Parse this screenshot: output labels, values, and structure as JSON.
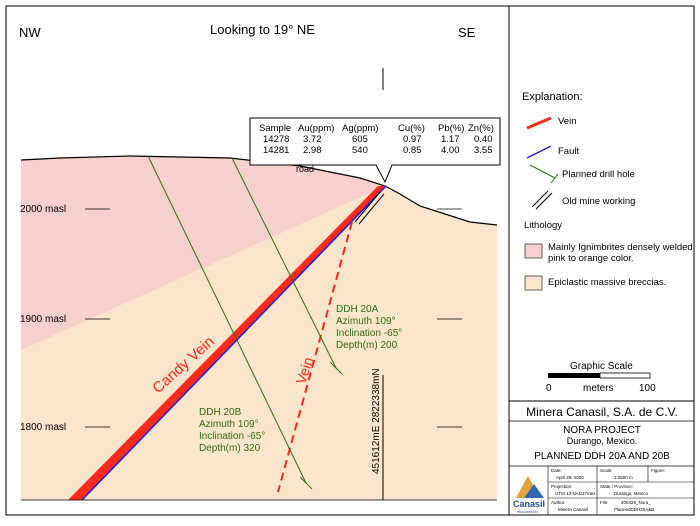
{
  "section": {
    "left_direction": "NW",
    "right_direction": "SE",
    "view_title": "Looking to 19° NE",
    "elevations": [
      "2000 masl",
      "1900 masl",
      "1800 masl"
    ],
    "road_label": "road",
    "vein_label": "Vein",
    "candy_vein_label": "Candy Vein",
    "coordinate_label": "451612mE 2822338mN"
  },
  "sample_table": {
    "headers": [
      "Sample",
      "Au(ppm)",
      "Ag(ppm)",
      "Cu(%)",
      "Pb(%)",
      "Zn(%)"
    ],
    "rows": [
      [
        "14278",
        "3.72",
        "605",
        "0.97",
        "1.17",
        "0.40"
      ],
      [
        "14281",
        "2.98",
        "540",
        "0.85",
        "4.00",
        "3.55"
      ]
    ]
  },
  "drill_holes": {
    "ddh20a": [
      "DDH 20A",
      "Azimuth 109°",
      "Inclination -65°",
      "Depth(m) 200"
    ],
    "ddh20b": [
      "DDH 20B",
      "Azimuth 109°",
      "Inclination -65°",
      "Depth(m) 320"
    ]
  },
  "explanation": {
    "title": "Explanation:",
    "items": [
      "Vein",
      "Fault",
      "Planned drill hole",
      "Old mine working"
    ],
    "lithology_title": "Lithology",
    "lithology": [
      {
        "line1": "Mainly Ignimbrites densely welded",
        "line2": "pink to orange color.",
        "color": "#f7cfcc"
      },
      {
        "line1": "Epiclastic massive breccias.",
        "line2": "",
        "color": "#fbe5cc"
      }
    ]
  },
  "scale": {
    "title": "Graphic Scale",
    "left": "0",
    "unit": "meters",
    "right": "100"
  },
  "title_block": {
    "company": "Minera Canasil, S.A. de C.V.",
    "project": "NORA PROJECT",
    "location": "Durango, Mexico.",
    "drawing": "PLANNED DDH 20A AND 20B",
    "logo": "Canasil",
    "logo_sub": "resources inc.",
    "date_label": "Date:",
    "date": "April 28, 2020",
    "scale_label": "Scale:",
    "scale_value": "1:2500 m",
    "figure_label": "Figure:",
    "projection_label": "Projection:",
    "projection": "UTM 13-NAD27mex",
    "state_label": "State / Province:",
    "state": "Durango, Mexico",
    "author_label": "Author:",
    "author": "Minera Canasil",
    "file_label": "File:",
    "file_line1": "200428_Nora_",
    "file_line2": "PlannedDDH20A&B"
  },
  "colors": {
    "ignimbrite": "#f7cfcc",
    "breccia": "#fbe5cc",
    "vein": "#ff2a1a",
    "fault": "#1f1fd6",
    "drill": "#2e6e12",
    "label_green": "#2e6e12"
  }
}
